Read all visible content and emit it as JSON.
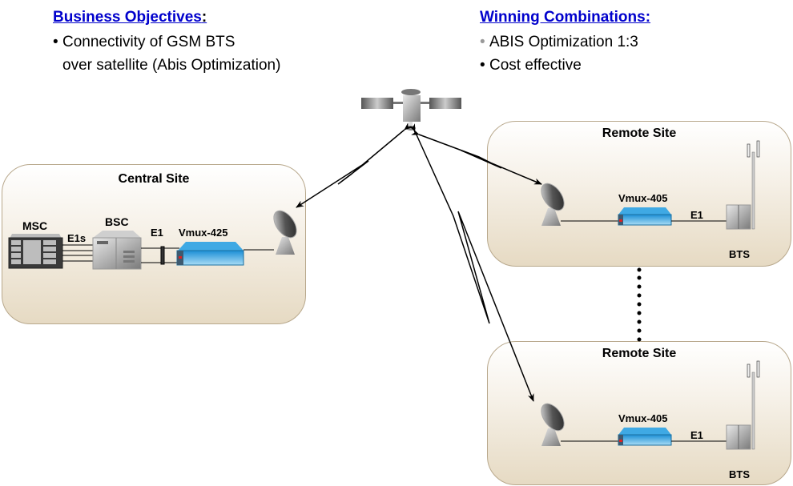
{
  "business_objectives": {
    "heading": "Business Objectives",
    "colon": ":",
    "bullets": [
      "Connectivity of GSM BTS",
      "over satellite (Abis Optimization)"
    ]
  },
  "winning_combinations": {
    "heading": "Winning Combinations:",
    "bullets": [
      "ABIS Optimization 1:3",
      "Cost effective"
    ]
  },
  "central_site": {
    "title": "Central Site",
    "msc_label": "MSC",
    "e1s_label": "E1s",
    "bsc_label": "BSC",
    "e1_label": "E1",
    "mux_label": "Vmux-425"
  },
  "remote_sites": [
    {
      "title": "Remote Site",
      "mux_label": "Vmux-405",
      "e1_label": "E1",
      "bts_label": "BTS"
    },
    {
      "title": "Remote Site",
      "mux_label": "Vmux-405",
      "e1_label": "E1",
      "bts_label": "BTS"
    }
  ],
  "colors": {
    "heading": "#0000cc",
    "site_border": "#b8a88c",
    "site_fill_bottom": "#e6dac3",
    "mux_blue": "#2aa6e0",
    "line": "#000000"
  }
}
